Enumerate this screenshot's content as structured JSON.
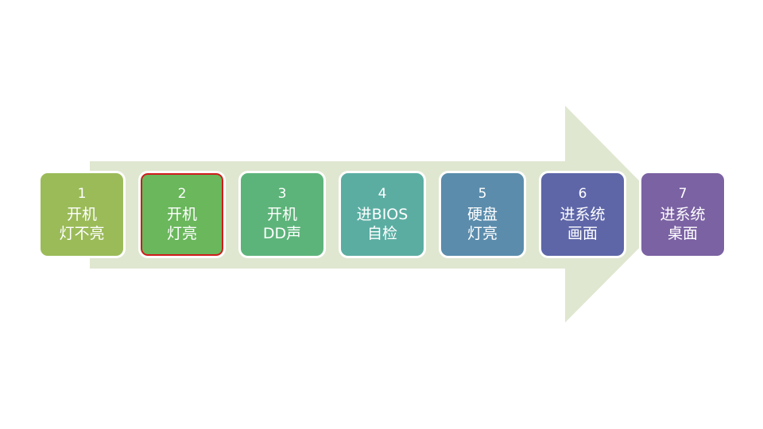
{
  "colors": {
    "arrow": "#dfe7d0",
    "highlight_border": "#d01c1c"
  },
  "steps": [
    {
      "number": "1",
      "line1": "开机",
      "line2": "灯不亮",
      "color": "#9bbb59"
    },
    {
      "number": "2",
      "line1": "开机",
      "line2": "灯亮",
      "color": "#6ab75c",
      "highlighted": true
    },
    {
      "number": "3",
      "line1": "开机",
      "line2": "DD声",
      "color": "#5db47a"
    },
    {
      "number": "4",
      "line1": "进BIOS",
      "line2": "自检",
      "color": "#5bada2"
    },
    {
      "number": "5",
      "line1": "硬盘",
      "line2": "灯亮",
      "color": "#5b8cac"
    },
    {
      "number": "6",
      "line1": "进系统",
      "line2": "画面",
      "color": "#5e66a8"
    },
    {
      "number": "7",
      "line1": "进系统",
      "line2": "桌面",
      "color": "#7b62a3"
    }
  ]
}
